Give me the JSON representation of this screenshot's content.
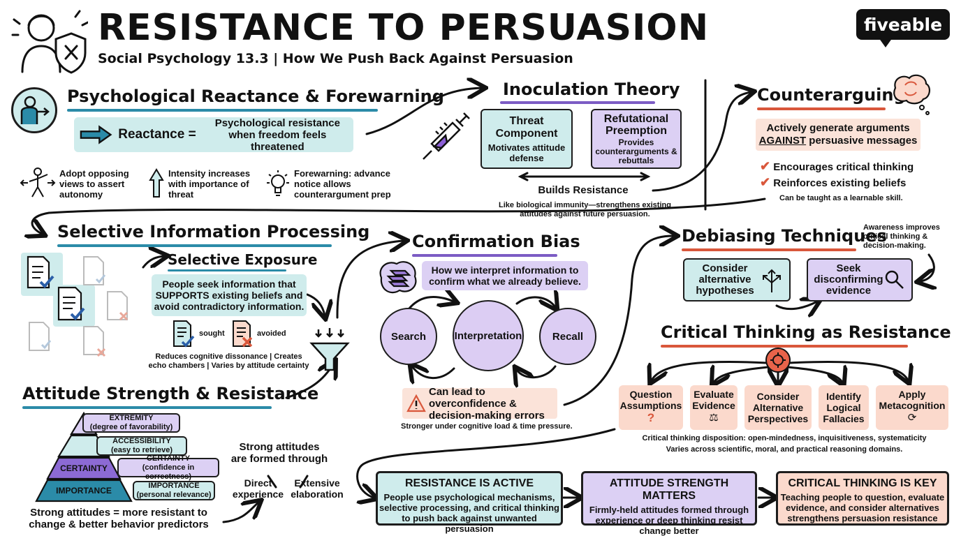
{
  "header": {
    "title": "RESISTANCE TO PERSUASION",
    "subtitle": "Social Psychology 13.3 | How We Push Back Against Persuasion",
    "brand": "fiveable"
  },
  "reactance": {
    "heading": "Psychological Reactance & Forewarning",
    "term": "Reactance =",
    "definition": "Psychological resistance when freedom feels threatened",
    "points": [
      "Adopt opposing views to assert autonomy",
      "Intensity increases with importance of threat",
      "Forewarning: advance notice allows counterargument prep"
    ]
  },
  "inoculation": {
    "heading": "Inoculation Theory",
    "threat_title": "Threat Component",
    "threat_desc": "Motivates attitude defense",
    "refute_title": "Refutational Preemption",
    "refute_desc": "Provides counterarguments & rebuttals",
    "builds": "Builds Resistance",
    "note": "Like biological immunity—strengthens existing attitudes against future persuasion."
  },
  "counter": {
    "heading": "Counterarguing",
    "definition_pre": "Actively generate arguments",
    "definition_key": "AGAINST",
    "definition_post": "persuasive messages",
    "checks": [
      "Encourages critical thinking",
      "Reinforces existing beliefs"
    ],
    "note": "Can be taught as a learnable skill."
  },
  "selective": {
    "heading": "Selective Information Processing",
    "exposure_heading": "Selective Exposure",
    "exposure_def": "People seek information that SUPPORTS existing beliefs and avoid contradictory information.",
    "sought": "sought",
    "avoided": "avoided",
    "note": "Reduces cognitive dissonance | Creates echo chambers | Varies by attitude certainty"
  },
  "confirmation": {
    "heading": "Confirmation Bias",
    "definition": "How we interpret information to confirm what we already believe.",
    "cycle": [
      "Search",
      "Interpretation",
      "Recall"
    ],
    "warning": "Can lead to overconfidence & decision-making errors",
    "note": "Stronger under cognitive load & time pressure."
  },
  "debiasing": {
    "heading": "Debiasing Techniques",
    "aside": "Awareness improves critical thinking & decision-making.",
    "techniques": [
      "Consider alternative hypotheses",
      "Seek disconfirming evidence"
    ]
  },
  "critical": {
    "heading": "Critical Thinking as Resistance",
    "skills": [
      "Question Assumptions",
      "Evaluate Evidence",
      "Consider Alternative Perspectives",
      "Identify Logical Fallacies",
      "Apply Metacognition"
    ],
    "note1": "Critical thinking disposition: open-mindedness, inquisitiveness, systematicity",
    "note2": "Varies across scientific, moral, and practical reasoning domains."
  },
  "attitude": {
    "heading": "Attitude Strength & Resistance",
    "levels": [
      {
        "band": "",
        "label": "EXTREMITY",
        "desc": "(degree of favorability)"
      },
      {
        "band": "",
        "label": "ACCESSIBILITY",
        "desc": "(easy to retrieve)"
      },
      {
        "band": "CERTAINTY",
        "label": "CERTAINTY",
        "desc": "(confidence in correctness)"
      },
      {
        "band": "IMPORTANCE",
        "label": "IMPORTANCE",
        "desc": "(personal relevance)"
      }
    ],
    "formed_title": "Strong attitudes are formed through",
    "formed_options": [
      "Direct experience",
      "Extensive elaboration"
    ],
    "summary": "Strong attitudes = more resistant to change & better behavior predictors"
  },
  "takeaways": [
    {
      "title": "RESISTANCE IS ACTIVE",
      "text": "People use psychological mechanisms, selective processing, and critical thinking to push back against unwanted persuasion"
    },
    {
      "title": "ATTITUDE STRENGTH MATTERS",
      "text": "Firmly-held attitudes formed through experience or deep thinking resist change better"
    },
    {
      "title": "CRITICAL THINKING IS KEY",
      "text": "Teaching people to question, evaluate evidence, and consider alternatives strengthens persuasion resistance"
    }
  ],
  "colors": {
    "teal": "#cfecec",
    "lavender": "#dcd0f4",
    "peach": "#fbd9cc",
    "accent_teal": "#2b8ba8",
    "accent_purple": "#7c5cc4",
    "accent_red": "#d9573b"
  }
}
